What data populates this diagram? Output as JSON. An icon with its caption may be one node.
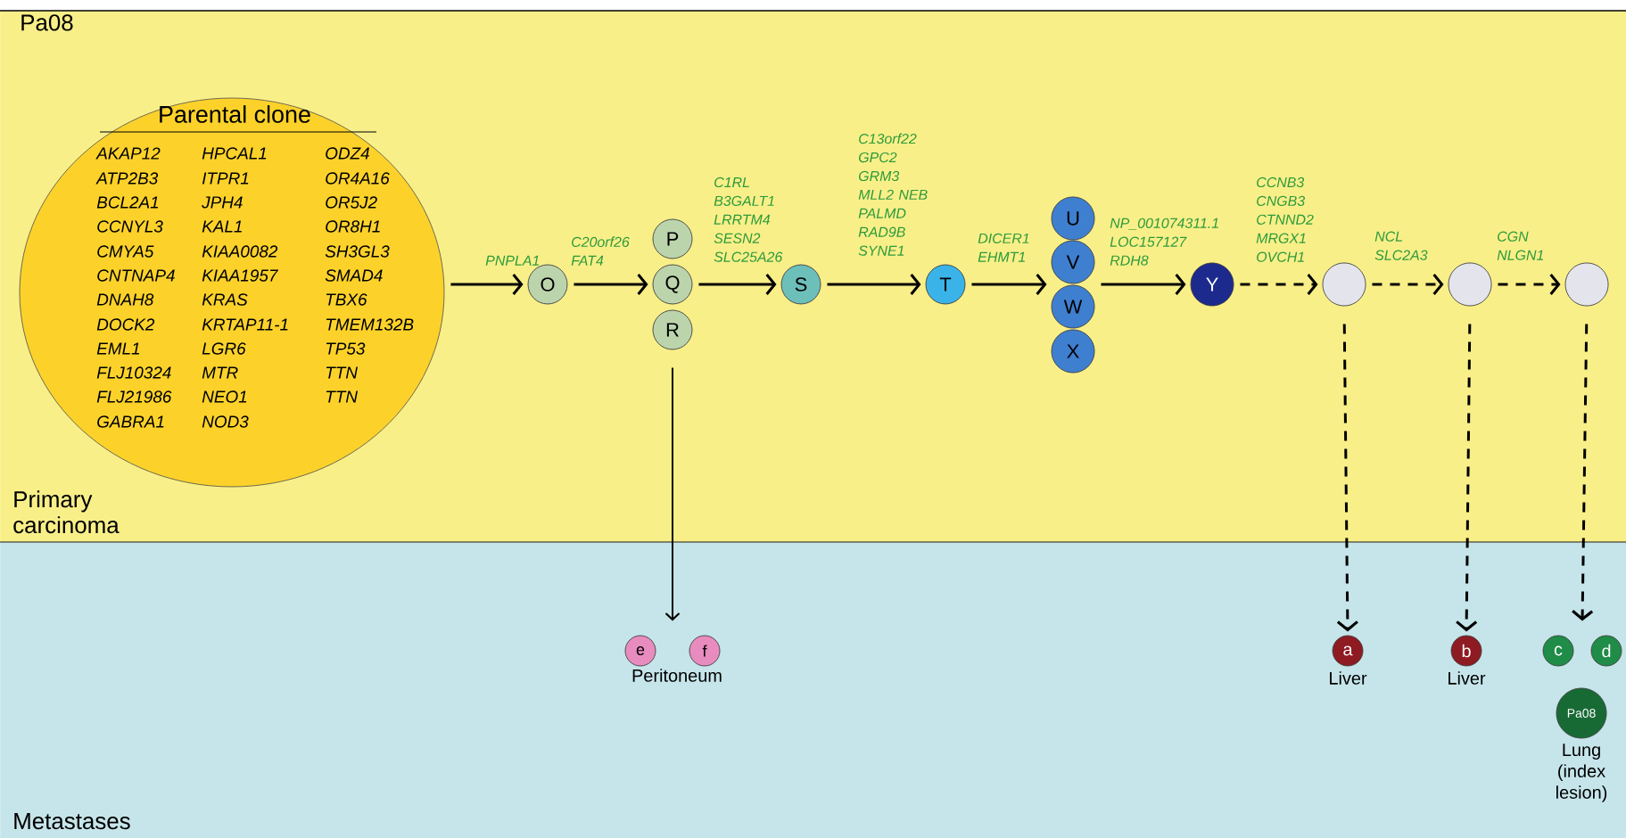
{
  "diagram": {
    "title": "Pa08",
    "nodes": [
      {
        "text": [
          "Primary carcinoma"
        ]
      },
      {
        "text": [
          "Parental clone",
          "AKAP12",
          "ATP2B3",
          "BCL2A1",
          "CCNYL3",
          "CMYA5",
          "CNTNAP4",
          "DNAH8",
          "DOCK2",
          "EML1",
          "FLJ10324",
          "FLJ21986",
          "GABRA1",
          "HPCAL1",
          "ITPR1",
          "JPH4",
          "KAL1",
          "KIAA0082",
          "KIAA1957",
          "KRAS",
          "KRTAP11-1",
          "LGR6",
          "MTR",
          "NEO1",
          "NOD3",
          "ODZ4",
          "OR4A16",
          "OR5J2",
          "OR8H1",
          "SH3GL3",
          "SMAD4",
          "TBX6",
          "TMEM132B",
          "TP53",
          "TTN",
          "TTN"
        ],
        "in": 0
      },
      {
        "text": [
          "O"
        ],
        "in": 0
      },
      {
        "text": [
          "P"
        ],
        "in": 0
      },
      {
        "text": [
          "Q"
        ],
        "in": 0
      },
      {
        "text": [
          "R"
        ],
        "in": 0
      },
      {
        "text": [
          "S"
        ],
        "in": 0
      },
      {
        "text": [
          "T"
        ],
        "in": 0
      },
      {
        "text": [
          "U"
        ],
        "in": 0
      },
      {
        "text": [
          "V"
        ],
        "in": 0
      },
      {
        "text": [
          "W"
        ],
        "in": 0
      },
      {
        "text": [
          "X"
        ],
        "in": 0
      },
      {
        "text": [
          "Y"
        ],
        "in": 0
      },
      {
        "text": [],
        "shape": "circle",
        "in": 0
      },
      {
        "text": [],
        "shape": "circle",
        "in": 0
      },
      {
        "text": [],
        "shape": "circle",
        "in": 0
      },
      {
        "text": [
          "Metastases"
        ]
      },
      {
        "text": [
          "e"
        ],
        "in": 16
      },
      {
        "text": [
          "f"
        ],
        "in": 16
      },
      {
        "text": [
          "a"
        ],
        "in": 16,
        "beside": [
          "Liver"
        ]
      },
      {
        "text": [
          "b"
        ],
        "in": 16,
        "beside": [
          "Liver"
        ]
      },
      {
        "text": [
          "c"
        ],
        "in": 16
      },
      {
        "text": [
          "d"
        ],
        "in": 16
      },
      {
        "text": [
          "Pa08"
        ],
        "in": 16,
        "beside": [
          "Lung (index lesion)"
        ]
      }
    ],
    "edges": [
      {
        "from": 1,
        "to": 2,
        "arrow": "to",
        "label": "PNPLA1"
      },
      {
        "from": 2,
        "to": 4,
        "arrow": "to",
        "label": "C20orf26 FAT4"
      },
      {
        "from": 4,
        "to": 6,
        "arrow": "to",
        "label": "C1RL B3GALT1 LRRTM4 SESN2 SLC25A26"
      },
      {
        "from": 6,
        "to": 7,
        "arrow": "to",
        "label": "C13orf22 GPC2 GRM3 MLL2 NEB PALMD RAD9B SYNE1"
      },
      {
        "from": 7,
        "to": 9,
        "arrow": "to",
        "label": "DICER1 EHMT1"
      },
      {
        "from": 9,
        "to": 12,
        "arrow": "to",
        "label": "NP_001074311.1 LOC157127 RDH8"
      },
      {
        "from": 12,
        "to": 13,
        "arrow": "to",
        "style": "dashed",
        "label": "CCNB3 CNGB3 CTNND2 MRGX1 OVCH1"
      },
      {
        "from": 13,
        "to": 14,
        "arrow": "to",
        "style": "dashed",
        "label": "NCL SLC2A3"
      },
      {
        "from": 14,
        "to": 15,
        "arrow": "to",
        "style": "dashed",
        "label": "CGN NLGN1"
      },
      {
        "from": 5,
        "to": 17,
        "arrow": "to"
      },
      {
        "from": 5,
        "to": 18,
        "arrow": "to"
      },
      {
        "from": 13,
        "to": 19,
        "arrow": "to",
        "style": "dashed"
      },
      {
        "from": 14,
        "to": 20,
        "arrow": "to",
        "style": "dashed"
      },
      {
        "from": 15,
        "to": 21,
        "arrow": "to",
        "style": "dashed"
      },
      {
        "from": 15,
        "to": 22,
        "arrow": "to",
        "style": "dashed"
      }
    ],
    "labels": [
      "Peritoneum"
    ]
  }
}
